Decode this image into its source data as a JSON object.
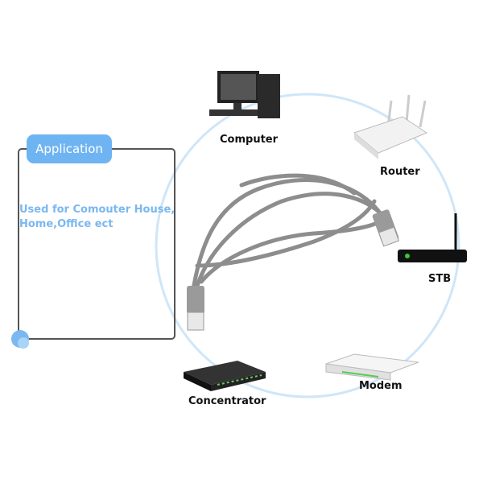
{
  "application": {
    "tag_label": "Application",
    "description": "Used for Comouter House, Home,Office ect"
  },
  "devices": {
    "computer": "Computer",
    "router": "Router",
    "stb": "STB",
    "modem": "Modem",
    "concentrator": "Concentrator"
  },
  "colors": {
    "accent": "#6fb4f2",
    "circle": "#cfe6f8",
    "cable": "#8a8a8a"
  }
}
